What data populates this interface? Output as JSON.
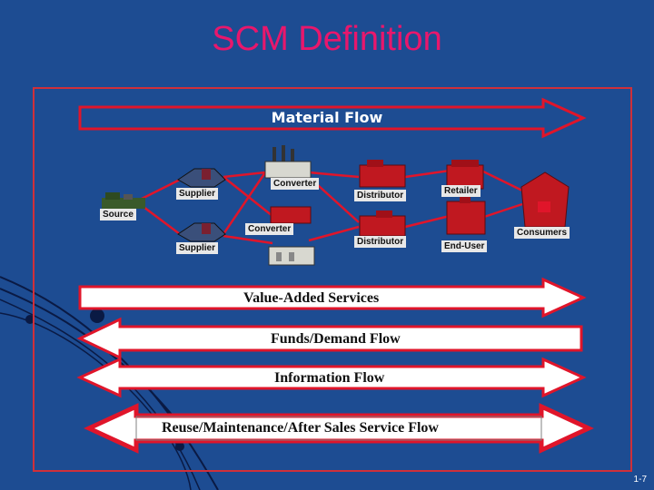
{
  "slide": {
    "title": "SCM Definition",
    "page_number": "1-7"
  },
  "flows": {
    "material": "Material Flow",
    "value_added": "Value-Added Services",
    "funds_demand": "Funds/Demand Flow",
    "information": "Information Flow",
    "reuse": "Reuse/Maintenance/After Sales Service Flow"
  },
  "nodes": {
    "source": "Source",
    "supplier_top": "Supplier",
    "supplier_bottom": "Supplier",
    "converter_top": "Converter",
    "converter_bottom": "Converter",
    "distributor_top": "Distributor",
    "distributor_bottom": "Distributor",
    "retailer": "Retailer",
    "end_user": "End-User",
    "consumers": "Consumers"
  },
  "colors": {
    "background": "#1d4c92",
    "title": "#e8176c",
    "frame": "#d0303a",
    "arrow_fill": "#1d4c92",
    "arrow_stroke": "#e0152a",
    "label_bg": "#e8e8e8"
  }
}
